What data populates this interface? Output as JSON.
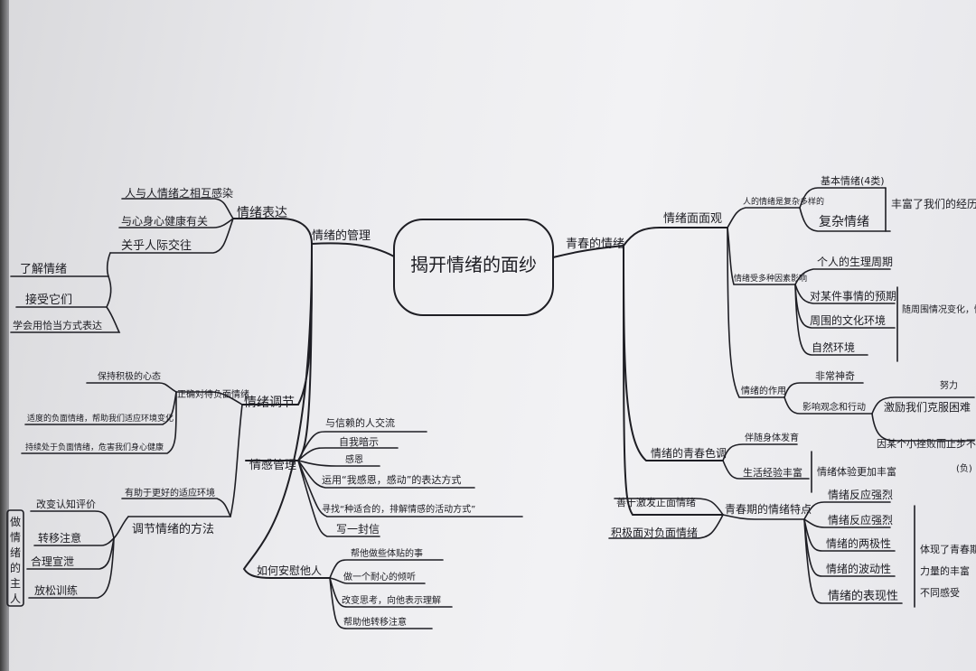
{
  "center": "揭开情绪的面纱",
  "left": {
    "management": "情绪的管理",
    "expression": "情绪表达",
    "expression_items": [
      "人与人情绪之相互感染",
      "与心身心健康有关",
      "关乎人际交往"
    ],
    "expression_left": [
      "了解情绪",
      "接受它们",
      "学会用恰当方式表达"
    ],
    "regulation": "情绪调节",
    "positive_mood": "正确对待负面情绪",
    "positive_items": [
      "保持积极的心态",
      "适度的负面情绪，帮助我们适应环境变化",
      "持续处于负面情绪，危害我们身心健康"
    ],
    "adjust_method": "调节情绪的方法",
    "adjust_top": "有助于更好的适应环境",
    "make_emotion": "做情绪的主人",
    "make_items": [
      "改变认知评价",
      "转移注意",
      "合理宣泄",
      "放松训练"
    ],
    "anger": "情感管理",
    "anger_items": [
      "与信赖的人交流",
      "自我暗示",
      "感恩",
      "运用“我感恩，感动”的表达方式",
      "寻找“种适合的，排解情感的活动方式”",
      "写一封信"
    ],
    "help": "如何安慰他人",
    "help_items": [
      "帮他做些体贴的事",
      "做一个耐心的倾听",
      "改变思考，向他表示理解",
      "帮助他转移注意"
    ]
  },
  "right": {
    "youth": "青春的情绪",
    "face": "情绪面面观",
    "basic": "人的情绪是复杂多样的",
    "basic_items": [
      "基本情绪(4类)",
      "复杂情绪"
    ],
    "basic_result": "丰富了我们的经历",
    "influence": "情绪受多种因素影响",
    "influence_items": [
      "个人的生理周期",
      "对某件事情的预期",
      "周围的文化环境",
      "自然环境"
    ],
    "influence_result": "随周围情况变化，情绪也在变化",
    "role": "情绪的作用",
    "role_items": [
      "非常神奇",
      "影响观念和行动"
    ],
    "role_results": [
      "激励我们克服困难",
      "因某个小挫败而止步不前"
    ],
    "role_top": "努力",
    "role_side": "(负)",
    "youth_color": "情绪的青春色调",
    "youth_items": [
      "伴随身体发育",
      "生活经验丰富"
    ],
    "youth_result": "情绪体验更加丰富",
    "features": "青春期的情绪特点",
    "feature_items": [
      "情绪反应强烈",
      "情绪反应强烈",
      "情绪的两极性",
      "情绪的波动性",
      "情绪的表现性"
    ],
    "feature_result": [
      "体现了青春期",
      "力量的丰富",
      "不同感受"
    ],
    "feature_left": [
      "善于激发正面情绪",
      "积极面对负面情绪"
    ]
  },
  "colors": {
    "ink": "#1c1c22",
    "paper": "#eeeef1"
  }
}
